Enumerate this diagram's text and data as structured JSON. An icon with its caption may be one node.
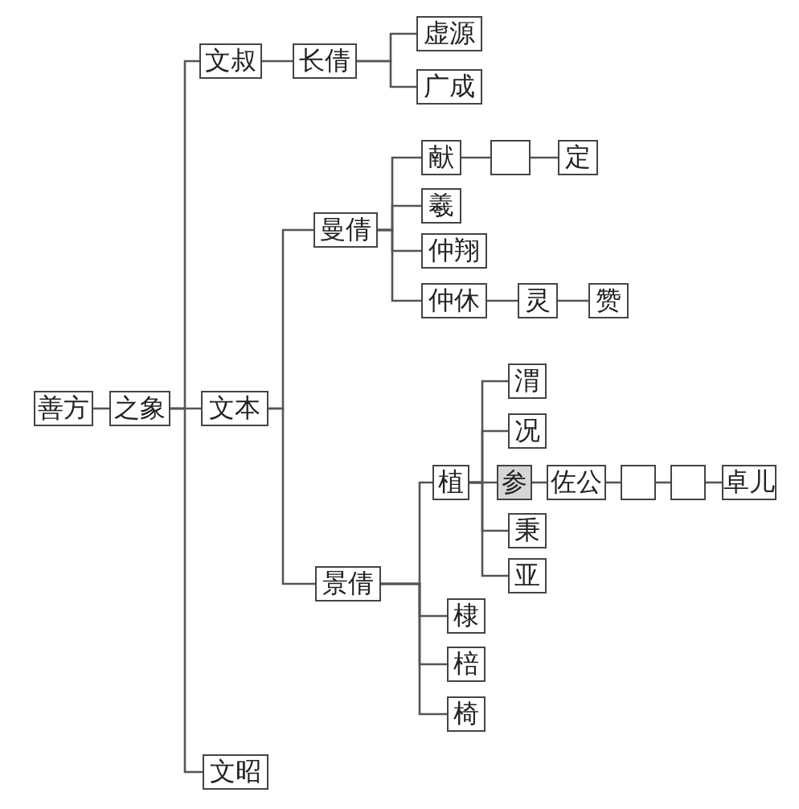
{
  "diagram": {
    "nodes": [
      {
        "text": [
          "善方"
        ]
      },
      {
        "text": [
          "之象"
        ]
      },
      {
        "text": [
          "文叔"
        ]
      },
      {
        "text": [
          "长倩"
        ]
      },
      {
        "text": [
          "虚源"
        ]
      },
      {
        "text": [
          "广成"
        ]
      },
      {
        "text": [
          "文本"
        ]
      },
      {
        "text": [
          "曼倩"
        ]
      },
      {
        "text": [
          "献"
        ]
      },
      {
        "text": [],
        "shape": "box"
      },
      {
        "text": [
          "定"
        ]
      },
      {
        "text": [
          "羲"
        ]
      },
      {
        "text": [
          "仲翔"
        ]
      },
      {
        "text": [
          "仲休"
        ]
      },
      {
        "text": [
          "灵"
        ]
      },
      {
        "text": [
          "赞"
        ]
      },
      {
        "text": [
          "景倩"
        ]
      },
      {
        "text": [
          "植"
        ]
      },
      {
        "text": [
          "渭"
        ]
      },
      {
        "text": [
          "况"
        ]
      },
      {
        "text": [
          "参"
        ]
      },
      {
        "text": [
          "佐公"
        ]
      },
      {
        "text": [],
        "shape": "box"
      },
      {
        "text": [],
        "shape": "box"
      },
      {
        "text": [
          "卓儿"
        ]
      },
      {
        "text": [
          "秉"
        ]
      },
      {
        "text": [
          "亚"
        ]
      },
      {
        "text": [
          "棣"
        ]
      },
      {
        "text": [
          "棓"
        ]
      },
      {
        "text": [
          "椅"
        ]
      },
      {
        "text": [
          "文昭"
        ]
      }
    ],
    "edges": [
      {
        "from": 0,
        "to": 1,
        "arrow": "none"
      },
      {
        "from": 1,
        "to": 2,
        "arrow": "none"
      },
      {
        "from": 1,
        "to": 6,
        "arrow": "none"
      },
      {
        "from": 1,
        "to": 30,
        "arrow": "none"
      },
      {
        "from": 2,
        "to": 3,
        "arrow": "none"
      },
      {
        "from": 3,
        "to": 4,
        "arrow": "none"
      },
      {
        "from": 3,
        "to": 5,
        "arrow": "none"
      },
      {
        "from": 6,
        "to": 7,
        "arrow": "none"
      },
      {
        "from": 6,
        "to": 16,
        "arrow": "none"
      },
      {
        "from": 7,
        "to": 8,
        "arrow": "none"
      },
      {
        "from": 8,
        "to": 9,
        "arrow": "none"
      },
      {
        "from": 9,
        "to": 10,
        "arrow": "none"
      },
      {
        "from": 7,
        "to": 11,
        "arrow": "none"
      },
      {
        "from": 7,
        "to": 12,
        "arrow": "none"
      },
      {
        "from": 7,
        "to": 13,
        "arrow": "none"
      },
      {
        "from": 13,
        "to": 14,
        "arrow": "none"
      },
      {
        "from": 14,
        "to": 15,
        "arrow": "none"
      },
      {
        "from": 16,
        "to": 17,
        "arrow": "none"
      },
      {
        "from": 17,
        "to": 18,
        "arrow": "none"
      },
      {
        "from": 17,
        "to": 19,
        "arrow": "none"
      },
      {
        "from": 17,
        "to": 20,
        "arrow": "none"
      },
      {
        "from": 20,
        "to": 21,
        "arrow": "none"
      },
      {
        "from": 21,
        "to": 22,
        "arrow": "none"
      },
      {
        "from": 22,
        "to": 23,
        "arrow": "none"
      },
      {
        "from": 23,
        "to": 24,
        "arrow": "none"
      },
      {
        "from": 17,
        "to": 25,
        "arrow": "none"
      },
      {
        "from": 17,
        "to": 26,
        "arrow": "none"
      },
      {
        "from": 16,
        "to": 27,
        "arrow": "none"
      },
      {
        "from": 16,
        "to": 28,
        "arrow": "none"
      },
      {
        "from": 16,
        "to": 29,
        "arrow": "none"
      }
    ]
  }
}
